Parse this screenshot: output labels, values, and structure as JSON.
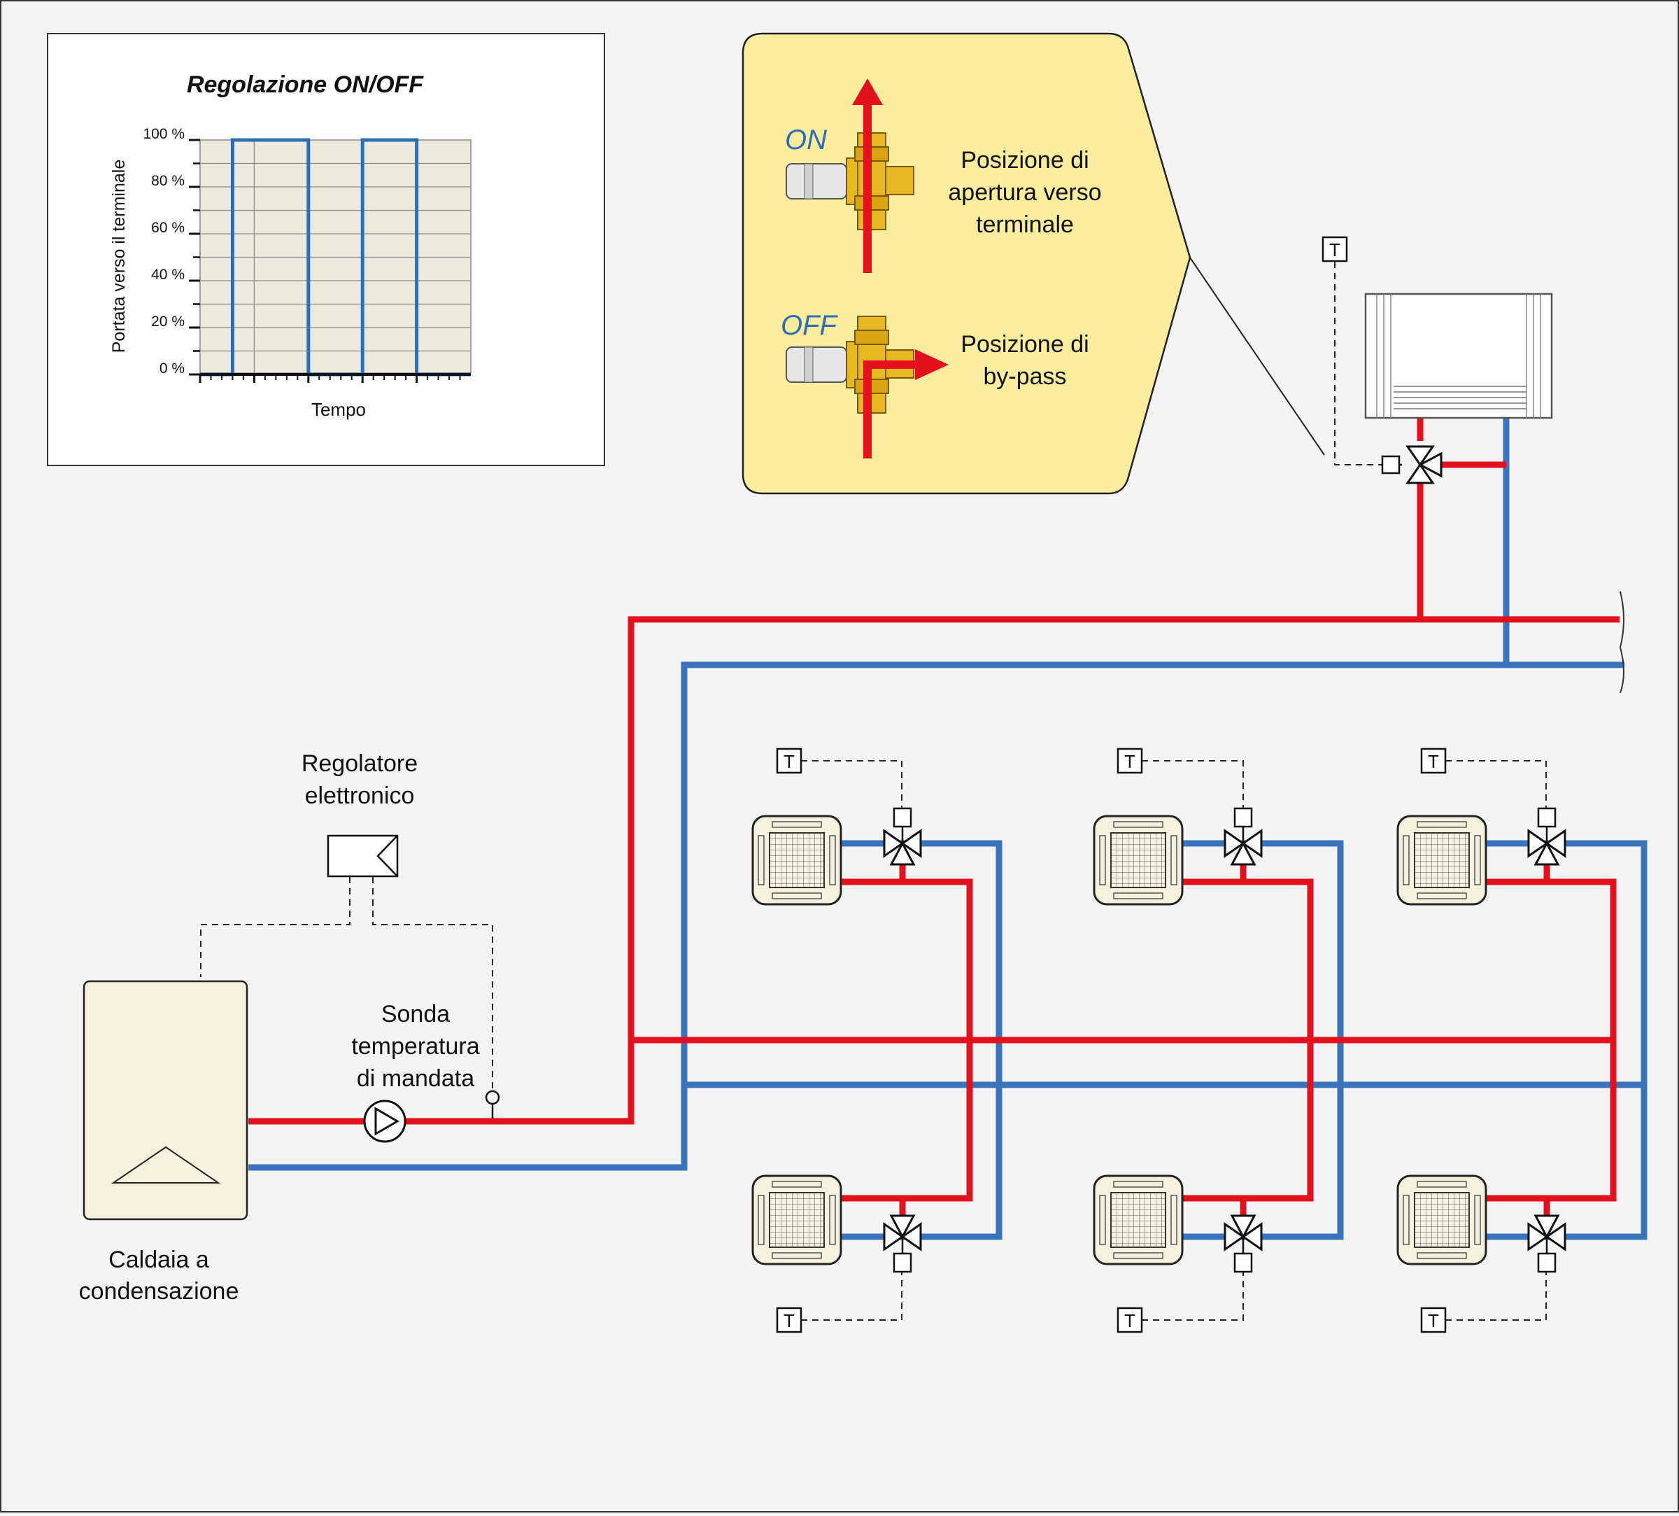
{
  "chart_data": {
    "type": "line",
    "title": "Regolazione ON/OFF",
    "xlabel": "Tempo",
    "ylabel": "Portata verso il terminale",
    "ylim": [
      0,
      100
    ],
    "y_ticks": [
      "0 %",
      "20 %",
      "40 %",
      "60 %",
      "80 %",
      "100 %"
    ],
    "x_range": [
      0,
      10
    ],
    "series": [
      {
        "color": "#2f6db5",
        "step": true,
        "x": [
          0,
          1.2,
          1.2,
          4.0,
          4.0,
          6.0,
          6.0,
          8.0,
          8.0,
          10.0
        ],
        "y": [
          0,
          0,
          100,
          100,
          0,
          0,
          100,
          100,
          0,
          0
        ]
      }
    ],
    "grid": true
  },
  "callout": {
    "on_label": "ON",
    "off_label": "OFF",
    "on_text": [
      "Posizione di",
      "apertura verso",
      "terminale"
    ],
    "off_text": [
      "Posizione di",
      "by-pass"
    ]
  },
  "labels": {
    "controller": [
      "Regolatore",
      "elettronico"
    ],
    "sensor": [
      "Sonda",
      "temperatura",
      "di mandata"
    ],
    "boiler": [
      "Caldaia a",
      "condensazione"
    ],
    "thermostat": "T"
  },
  "colors": {
    "supply": "#e3101e",
    "return": "#3a74bb",
    "callout_fill": "#fbed9e",
    "unit_fill": "#f5f1df",
    "brass": "#e8b820"
  }
}
